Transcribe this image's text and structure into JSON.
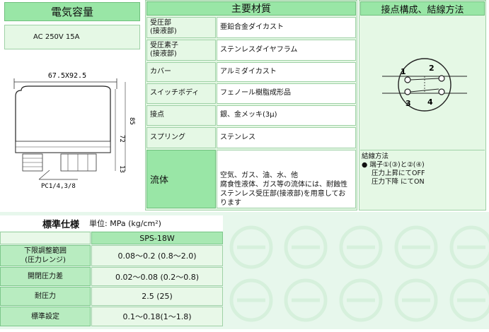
{
  "electric": {
    "title": "電気容量",
    "value": "AC 250V 15A"
  },
  "materials": {
    "title": "主要材質",
    "rows": [
      {
        "label": "受圧部\n(接液部)",
        "value": "亜鉛合金ダイカスト"
      },
      {
        "label": "受圧素子\n(接液部)",
        "value": "ステンレスダイヤフラム"
      },
      {
        "label": "カバー",
        "value": "アルミダイカスト"
      },
      {
        "label": "スイッチボディ",
        "value": "フェノール樹脂成形品"
      },
      {
        "label": "接点",
        "value": "銀、金メッキ(3μ)"
      },
      {
        "label": "スプリング",
        "value": "ステンレス"
      }
    ],
    "fluid_label": "流体",
    "fluid_value": "空気、ガス、油、水、他\n腐食性液体、ガス等の流体には、耐蝕性ステンレス受圧部(接液部)を用意しております"
  },
  "contact": {
    "title": "接点構成、結線方法",
    "terminals": [
      "1",
      "2",
      "3",
      "4"
    ],
    "wiring_title": "結線方法",
    "wiring_lines": [
      "● 端子①(③)と②(④)",
      "圧力上昇にてOFF",
      "圧力下降 にてON"
    ]
  },
  "drawing": {
    "dim_top": "67.5X92.5",
    "dim_h1": "72",
    "dim_h2": "85",
    "dim_h3": "13",
    "port": "PC1/4,3/8"
  },
  "spec": {
    "title": "標準仕様",
    "unit": "単位: MPa (kg/cm²)",
    "model": "SPS-18W",
    "rows": [
      {
        "label": "下限調整範囲\n(圧力レンジ)",
        "value": "0.08〜0.2 (0.8〜2.0)"
      },
      {
        "label": "開閉圧力差",
        "value": "0.02〜0.08 (0.2〜0.8)"
      },
      {
        "label": "耐圧力",
        "value": "2.5 (25)"
      },
      {
        "label": "標準設定",
        "value": "0.1〜0.18(1〜1.8)"
      }
    ]
  }
}
